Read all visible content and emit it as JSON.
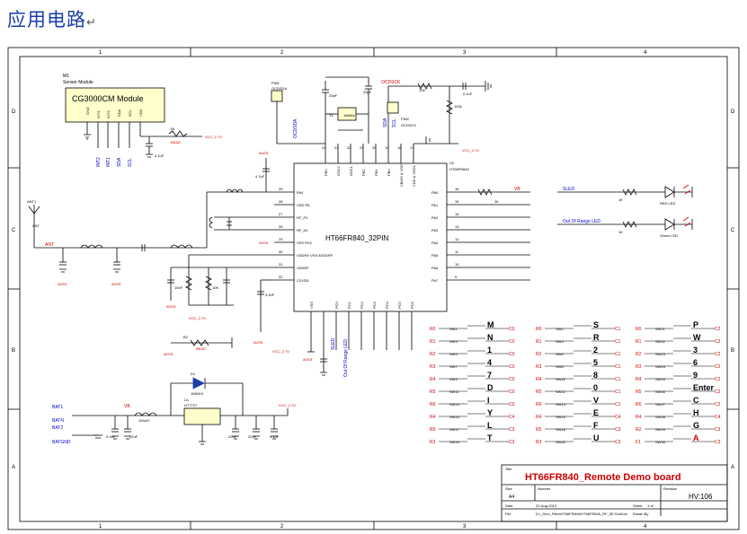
{
  "heading": "应用电路",
  "return_mark": "↵",
  "colors": {
    "wire": "#000000",
    "label_blue": "#0000cc",
    "label_red": "#cc0000",
    "supply": "#cc0000",
    "net": "#7a1f1f",
    "chip_fill": "#ffffff",
    "module_fill": "#ffffcc",
    "xtal_fill": "#ffffcc",
    "led": "#cc0000",
    "title_red": "#cc0000",
    "frame": "#000000"
  },
  "frame": {
    "cols": [
      "1",
      "2",
      "3",
      "4"
    ],
    "rows": [
      "D",
      "C",
      "B",
      "A"
    ]
  },
  "module": {
    "ref": "M1",
    "desc": "Sensor Module",
    "title": "CG3000CM Module",
    "pins": [
      "GND",
      "INT1",
      "INT2",
      "SDA",
      "SCL",
      "VDD"
    ]
  },
  "chip": {
    "name": "HT66FR840_32PIN",
    "ref": "U2",
    "part": "HT66FR840",
    "left_pins": [
      "PA4",
      "VDD PA",
      "RF_P1",
      "RF_N1",
      "VSS RX2",
      "VDDRX VSS AVDDRF",
      "VDDRF",
      "C2VDD"
    ],
    "left_nums": [
      "25",
      "26",
      "27",
      "28",
      "29",
      "30",
      "31",
      "32"
    ],
    "right_pins": [
      "PA0",
      "PA1",
      "PA2",
      "PA3",
      "PA4",
      "PA5",
      "PA6",
      "PA7"
    ],
    "right_nums": [
      "16",
      "15",
      "14",
      "13",
      "12",
      "11",
      "10",
      "9"
    ],
    "top_pins": [
      "PB0",
      "OSC2",
      "OSC1",
      "PB2",
      "PB1",
      "PB0",
      "VBIAS & VDD",
      "VDD & VDD1"
    ],
    "top_nums": [
      "24",
      "23",
      "22",
      "21",
      "20",
      "19",
      "18",
      "17"
    ],
    "bottom_pins": [
      "VSS",
      "PC0",
      "PC1",
      "PC2",
      "PC3",
      "PC4",
      "PC5",
      "PC6"
    ]
  },
  "labels": {
    "ant_ref": "ANT1",
    "ant": "ANT",
    "bead1": "BEAD",
    "bead2": "BEAD",
    "b1": "B1",
    "b2": "B2",
    "vcc27": "VCC_2.7V",
    "vb": "VB",
    "avss": "AVSS",
    "ocd_data": "OCDSDA",
    "ocd_clk": "OCDSCK",
    "pin1": "PIN1",
    "pin2": "PIN2",
    "xtal": "16MHz",
    "xtal_ref": "Y1",
    "c20": "20pF",
    "c_01": "0.1uF",
    "r10k": "10K",
    "r100k": "100k",
    "int2": "INT2",
    "int1": "INT1",
    "sda": "SDA",
    "scl": "SCL",
    "sda2": "SDA",
    "scl2": "SCL",
    "r1k": "1K",
    "sled": "SLED",
    "out_range": "Out Of Range LED",
    "led1_net": "SLED",
    "led1": "RED LED",
    "led2_net": "Out Of Range LED",
    "led2": "Green LED",
    "d1": "1N5819",
    "d1_ref": "D1",
    "reg": "HT7727",
    "reg_ref": "U1",
    "bat1": "BATN",
    "bat2": "BATGND",
    "bat1_ref": "BAT1",
    "bat2_ref": "BAT2",
    "l1": "100uH",
    "c22": "22uF",
    "c01b": "0.1uF",
    "c47": "4.7pF",
    "c33": "3.3nF",
    "c10": "10nF",
    "r10k2": "10K"
  },
  "keys": {
    "col1": [
      {
        "p": "R0",
        "sw": "SW1",
        "k": "M",
        "c": "C0"
      },
      {
        "p": "R1",
        "sw": "SW3",
        "k": "N",
        "c": "C0"
      },
      {
        "p": "R2",
        "sw": "SW5",
        "k": "1",
        "c": "C0"
      },
      {
        "p": "R3",
        "sw": "SW7",
        "k": "4",
        "c": "C0"
      },
      {
        "p": "R4",
        "sw": "SW9",
        "k": "7",
        "c": "C0"
      },
      {
        "p": "R5",
        "sw": "SW11",
        "k": "D",
        "c": "C0"
      },
      {
        "p": "R6",
        "sw": "SW13",
        "k": "I",
        "c": "C0"
      },
      {
        "p": "R4",
        "sw": "SW15",
        "k": "Y",
        "c": "C4"
      },
      {
        "p": "R5",
        "sw": "SW17",
        "k": "L",
        "c": "C3"
      },
      {
        "p": "R3",
        "sw": "SW19",
        "k": "T",
        "c": "C3"
      }
    ],
    "col2": [
      {
        "p": "R0",
        "sw": "SW2",
        "k": "S",
        "c": "C1"
      },
      {
        "p": "R1",
        "sw": "SW4",
        "k": "R",
        "c": "C1"
      },
      {
        "p": "R2",
        "sw": "SW6",
        "k": "2",
        "c": "C1"
      },
      {
        "p": "R3",
        "sw": "SW8",
        "k": "5",
        "c": "C1"
      },
      {
        "p": "R4",
        "sw": "SW10",
        "k": "8",
        "c": "C1"
      },
      {
        "p": "R5",
        "sw": "SW12",
        "k": "0",
        "c": "C1"
      },
      {
        "p": "R6",
        "sw": "SW14",
        "k": "V",
        "c": "C1"
      },
      {
        "p": "R4",
        "sw": "SW16",
        "k": "E",
        "c": "C4"
      },
      {
        "p": "R5",
        "sw": "SW18",
        "k": "F",
        "c": "C3"
      },
      {
        "p": "R3",
        "sw": "SW20",
        "k": "U",
        "c": "C3"
      }
    ],
    "col3": [
      {
        "p": "R0",
        "sw": "SW21",
        "k": "P",
        "c": "C2"
      },
      {
        "p": "R1",
        "sw": "SW22",
        "k": "W",
        "c": "C2"
      },
      {
        "p": "R2",
        "sw": "SW23",
        "k": "3",
        "c": "C2"
      },
      {
        "p": "R3",
        "sw": "SW24",
        "k": "6",
        "c": "C2"
      },
      {
        "p": "R4",
        "sw": "SW25",
        "k": "9",
        "c": "C2"
      },
      {
        "p": "R5",
        "sw": "SW26",
        "k": "Enter",
        "c": "C2"
      },
      {
        "p": "R6",
        "sw": "SW27",
        "k": "C",
        "c": "C2"
      },
      {
        "p": "R4",
        "sw": "SW28",
        "k": "H",
        "c": "C4"
      },
      {
        "p": "R2",
        "sw": "SW29",
        "k": "G",
        "c": "C3"
      },
      {
        "p": "F1",
        "sw": "SW30",
        "k": "A",
        "c": "C3"
      }
    ]
  },
  "titleblock": {
    "title_label": "Title",
    "title": "HT66FR840_Remote Demo board",
    "size_label": "Size",
    "size": "A4",
    "number_label": "Number",
    "revision_label": "Revision",
    "revision": "HV:106",
    "date_label": "Date",
    "date": "22-Aug-2012",
    "sheet_label": "Sheet",
    "sheet": "1 of",
    "file_label": "File",
    "file": "D:\\_Dev\\_Files\\HT66FR840\\HT66FR840_RF_3D.SchDoc",
    "drawn_label": "Drawn By"
  }
}
